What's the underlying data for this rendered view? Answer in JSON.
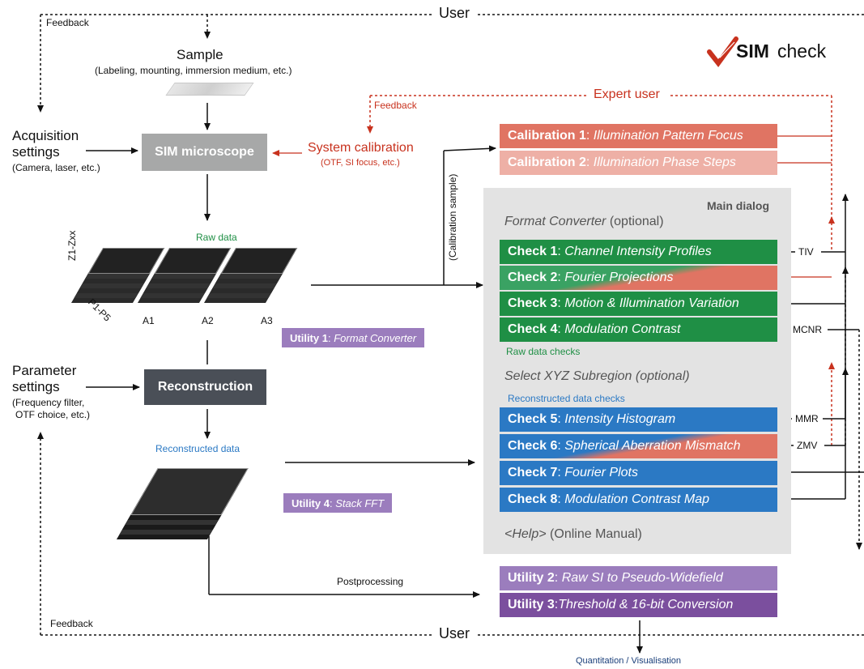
{
  "top_user": "User",
  "bottom_user": "User",
  "feedback_top": "Feedback",
  "feedback_bottom": "Feedback",
  "feedback_expert": "Feedback",
  "expert_user": "Expert user",
  "logo": {
    "sim": "SIM",
    "check": "check"
  },
  "sample": {
    "title": "Sample",
    "subtitle": "(Labeling, mounting, immersion medium, etc.)"
  },
  "acquisition": {
    "title_line1": "Acquisition",
    "title_line2": "settings",
    "subtitle": "(Camera, laser, etc.)"
  },
  "sim_microscope": "SIM microscope",
  "system_calibration": {
    "title": "System calibration",
    "subtitle": "(OTF, SI focus, etc.)"
  },
  "raw_data": "Raw data",
  "raw_axes": {
    "z": "Z1-Zxx",
    "p": "P1-P5",
    "a1": "A1",
    "a2": "A2",
    "a3": "A3"
  },
  "calibration_sample": "(Calibration sample)",
  "utility1": {
    "bold": "Utility 1",
    "italic": "Format Converter"
  },
  "parameter": {
    "line1": "Parameter",
    "line2": "settings",
    "sub1": "(Frequency filter,",
    "sub2": "OTF choice, etc.)"
  },
  "reconstruction": "Reconstruction",
  "reconstructed_data": "Reconstructed data",
  "utility4": {
    "bold": "Utility 4",
    "italic": "Stack FFT"
  },
  "postprocessing": "Postprocessing",
  "quantitation": "Quantitation / Visualisation",
  "calibration1": {
    "bold": "Calibration 1",
    "italic": "Illumination Pattern Focus"
  },
  "calibration2": {
    "bold": "Calibration 2",
    "italic": "Illumination Phase Steps"
  },
  "main_dialog": "Main dialog",
  "format_converter": {
    "italic": "Format Converter",
    "rest": " (optional)"
  },
  "checks": [
    {
      "bold": "Check 1",
      "italic": "Channel Intensity Profiles"
    },
    {
      "bold": "Check 2",
      "italic": "Fourier Projections"
    },
    {
      "bold": "Check 3",
      "italic": "Motion & Illumination Variation"
    },
    {
      "bold": "Check 4",
      "italic": "Modulation Contrast"
    },
    {
      "bold": "Check 5",
      "italic": "Intensity Histogram"
    },
    {
      "bold": "Check 6",
      "italic": "Spherical Aberration Mismatch"
    },
    {
      "bold": "Check 7",
      "italic": "Fourier Plots"
    },
    {
      "bold": "Check 8",
      "italic": "Modulation Contrast Map"
    }
  ],
  "raw_data_checks": "Raw data checks",
  "select_subregion": {
    "italic": "Select XYZ Subregion (",
    "rest": "optional)"
  },
  "reconstructed_data_checks": "Reconstructed data checks",
  "help": {
    "italic": "<Help>",
    "rest": " (Online Manual)"
  },
  "metrics": {
    "tiv": "TIV",
    "mcnr": "MCNR",
    "mmr": "MMR",
    "zmv": "ZMV"
  },
  "utility2": {
    "bold": "Utility 2",
    "italic": "Raw SI to Pseudo-Widefield"
  },
  "utility3": {
    "bold": "Utility 3",
    "italic": "Threshold & 16-bit Conversion"
  },
  "colors": {
    "green": "#1f8f45",
    "blue": "#2b79c4",
    "red": "#c8321e",
    "purple": "#9b7dbd",
    "dark_purple": "#7b4f9e"
  }
}
